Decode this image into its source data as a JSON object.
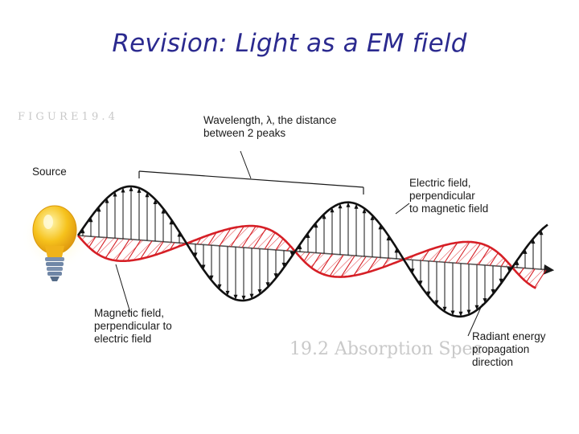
{
  "title": "Revision: Light as a EM field",
  "diagram": {
    "source_label": "Source",
    "wavelength_label": "Wavelength, λ, the distance\nbetween 2 peaks",
    "electric_label": "Electric field,\nperpendicular\nto magnetic field",
    "magnetic_label": "Magnetic field,\nperpendicular to\nelectric field",
    "propagation_label": "Radiant energy\npropagation\ndirection",
    "background_text": {
      "figure_caption": "F I G U R E   1 9 . 4",
      "section_heading": "19.2  Absorption  Spec"
    }
  },
  "colors": {
    "title": "#2b2a8f",
    "electric_wave": "#111111",
    "magnetic_wave": "#d61f26",
    "bulb_glass": "#f6c21c",
    "bulb_base": "#6f86a6"
  },
  "icons": [
    "light-bulb-icon"
  ]
}
